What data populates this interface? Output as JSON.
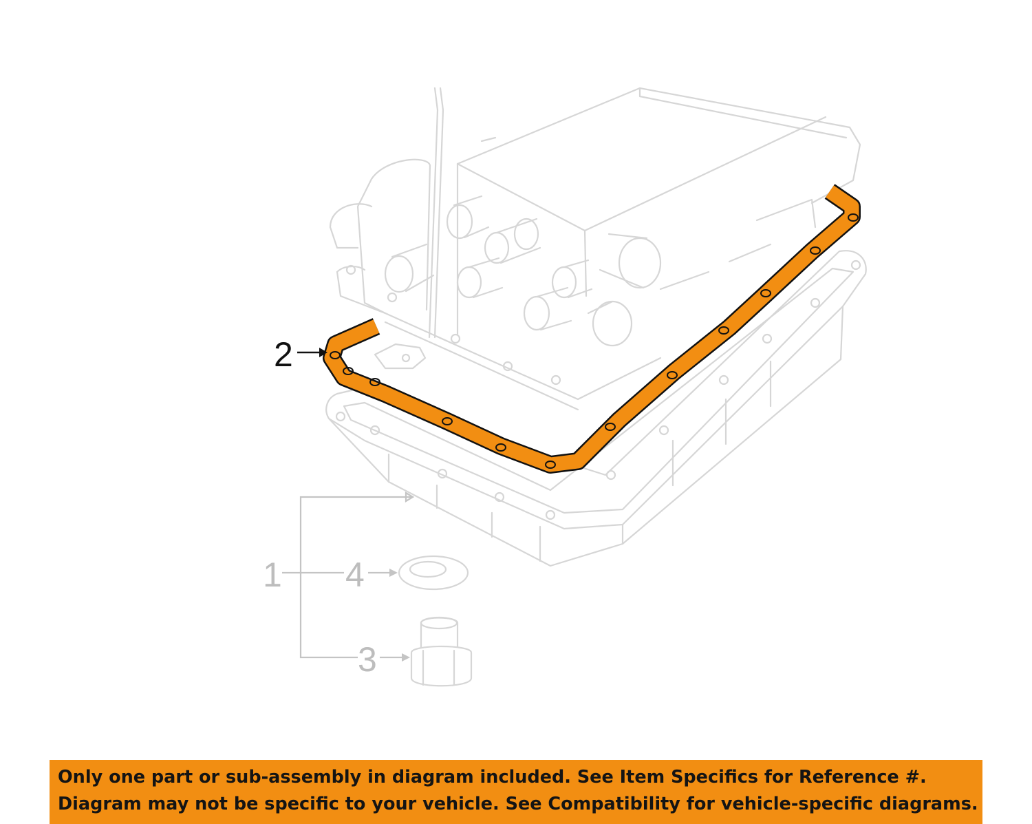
{
  "callouts": {
    "c1": "1",
    "c2": "2",
    "c3": "3",
    "c4": "4"
  },
  "highlight_color": "#f28e12",
  "notice": {
    "line1": "Only one part or sub-assembly in diagram included. See Item Specifics for Reference #.",
    "line2": "Diagram may not be specific to your vehicle. See Compatibility for vehicle-specific diagrams."
  }
}
